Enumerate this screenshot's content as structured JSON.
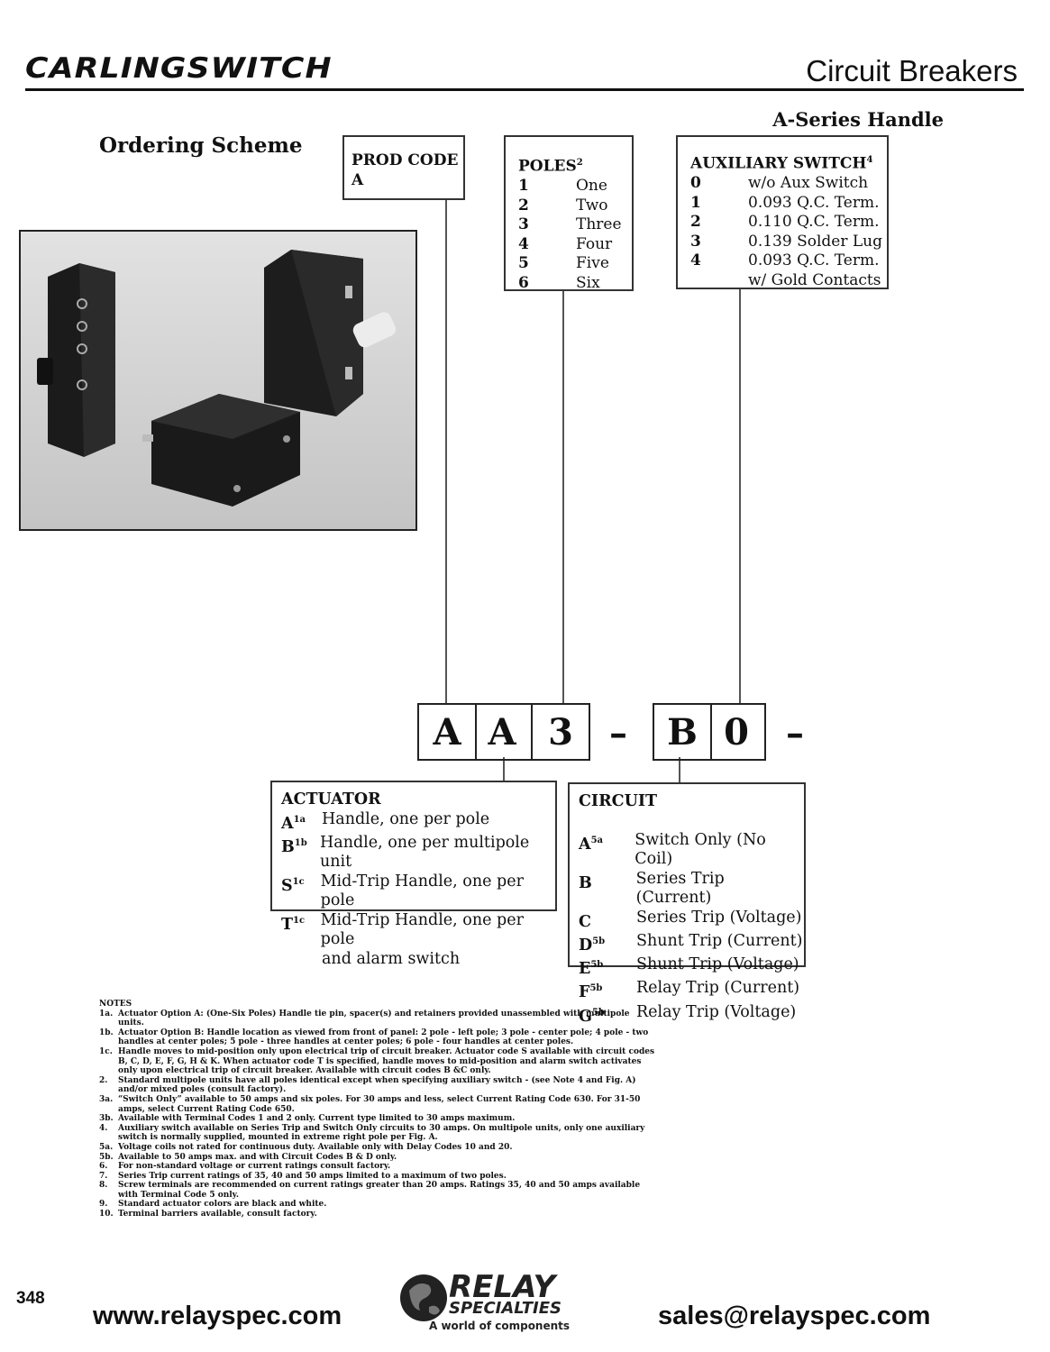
{
  "header": {
    "brand": "CARLINGSWITCH",
    "category": "Circuit Breakers",
    "series": "A-Series Handle",
    "ordering_title": "Ordering Scheme"
  },
  "prod_code": {
    "title": "PROD CODE",
    "value": "A"
  },
  "poles": {
    "title": "POLES",
    "sup": "2",
    "items": [
      {
        "code": "1",
        "label": "One"
      },
      {
        "code": "2",
        "label": "Two"
      },
      {
        "code": "3",
        "label": "Three"
      },
      {
        "code": "4",
        "label": "Four"
      },
      {
        "code": "5",
        "label": "Five"
      },
      {
        "code": "6",
        "label": "Six"
      }
    ]
  },
  "aux": {
    "title": "AUXILIARY SWITCH",
    "sup": "4",
    "items": [
      {
        "code": "0",
        "label": "w/o Aux Switch"
      },
      {
        "code": "1",
        "label": "0.093 Q.C. Term."
      },
      {
        "code": "2",
        "label": "0.110 Q.C. Term."
      },
      {
        "code": "3",
        "label": "0.139 Solder Lug"
      },
      {
        "code": "4",
        "label": "0.093 Q.C. Term."
      },
      {
        "code": "",
        "label": "w/ Gold Contacts"
      }
    ]
  },
  "code_boxes": [
    "A",
    "A",
    "3",
    "B",
    "0"
  ],
  "separators": [
    "–",
    "–"
  ],
  "actuator": {
    "title": "ACTUATOR",
    "items": [
      {
        "code": "A",
        "sup": "1a",
        "label": "Handle, one per pole"
      },
      {
        "code": "B",
        "sup": "1b",
        "label": "Handle, one per multipole unit"
      },
      {
        "code": "S",
        "sup": "1c",
        "label": "Mid-Trip Handle, one per pole"
      },
      {
        "code": "T",
        "sup": "1c",
        "label": "Mid-Trip Handle, one per pole"
      },
      {
        "code": "",
        "sup": "",
        "label": "and alarm switch"
      }
    ]
  },
  "circuit": {
    "title": "CIRCUIT",
    "items": [
      {
        "code": "A",
        "sup": "5a",
        "label": "Switch Only (No Coil)"
      },
      {
        "code": "B",
        "sup": "",
        "label": "Series Trip (Current)"
      },
      {
        "code": "C",
        "sup": "",
        "label": "Series Trip (Voltage)"
      },
      {
        "code": "D",
        "sup": "5b",
        "label": "Shunt Trip (Current)"
      },
      {
        "code": "E",
        "sup": "5b",
        "label": "Shunt Trip (Voltage)"
      },
      {
        "code": "F",
        "sup": "5b",
        "label": "Relay Trip (Current)"
      },
      {
        "code": "G",
        "sup": "5b",
        "label": "Relay Trip (Voltage)"
      }
    ]
  },
  "notes": {
    "title": "NOTES",
    "items": [
      {
        "k": "1a.",
        "t": "Actuator Option A: (One-Six Poles) Handle tie pin, spacer(s) and retainers provided unassembled with multipole units."
      },
      {
        "k": "1b.",
        "t": "Actuator Option B: Handle location as viewed from front of panel: 2 pole - left pole; 3 pole - center pole; 4 pole - two handles at center poles; 5 pole - three handles at center poles; 6 pole - four handles at center poles."
      },
      {
        "k": "1c.",
        "t": "Handle moves to mid-position only upon electrical trip of circuit breaker. Actuator code S available with circuit codes B, C, D, E, F, G, H & K. When actuator code T is specified, handle moves to mid-position and alarm switch activates only upon electrical trip of circuit breaker. Available with circuit codes B &C only."
      },
      {
        "k": "2.",
        "t": "Standard multipole units have all poles identical except when specifying auxiliary switch - (see Note 4 and Fig. A) and/or mixed poles (consult factory)."
      },
      {
        "k": "3a.",
        "t": "“Switch Only” available to 50 amps and six poles. For 30 amps and less, select Current Rating Code 630. For 31-50 amps, select Current Rating Code 650."
      },
      {
        "k": "3b.",
        "t": "Available with Terminal Codes 1 and 2 only. Current type limited to 30 amps maximum."
      },
      {
        "k": "4.",
        "t": "Auxiliary switch available on Series Trip and Switch Only circuits to 30 amps. On multipole units, only one auxiliary switch is normally supplied, mounted in extreme right pole per Fig. A."
      },
      {
        "k": "5a.",
        "t": "Voltage coils not rated for continuous duty. Available only with Delay Codes 10 and 20."
      },
      {
        "k": "5b.",
        "t": "Available to 50 amps max. and with Circuit Codes B & D only."
      },
      {
        "k": "6.",
        "t": "For non-standard voltage or current ratings consult factory."
      },
      {
        "k": "7.",
        "t": "Series Trip current ratings of 35, 40 and 50 amps limited to a maximum of two poles."
      },
      {
        "k": "8.",
        "t": "Screw terminals are recommended on current ratings greater than 20 amps. Ratings 35, 40 and 50 amps available with Terminal Code 5 only."
      },
      {
        "k": "9.",
        "t": "Standard actuator colors are black and white."
      },
      {
        "k": "10.",
        "t": "Terminal barriers available, consult factory."
      }
    ]
  },
  "footer": {
    "page": "348",
    "website": "www.relayspec.com",
    "email": "sales@relayspec.com",
    "logo_line1": "RELAY",
    "logo_line2": "SPECIALTIES",
    "logo_tagline": "A world of components"
  }
}
